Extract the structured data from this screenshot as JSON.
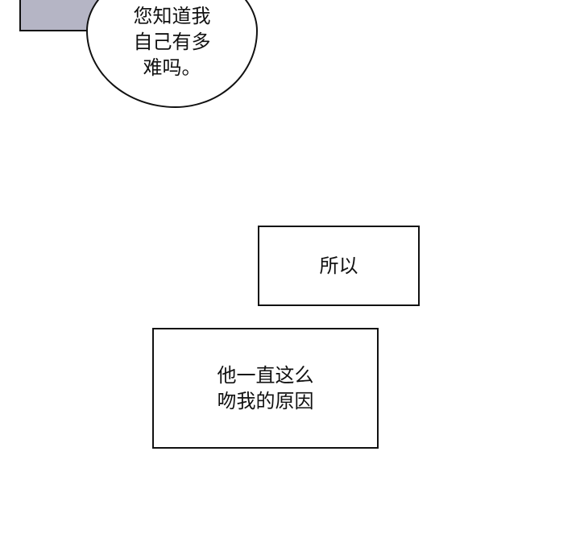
{
  "speech_bubble": {
    "lines": [
      "您知道我",
      "自己有多",
      "难吗。"
    ]
  },
  "caption_box_1": {
    "lines": [
      "所以"
    ]
  },
  "caption_box_2": {
    "lines": [
      "他一直这么",
      "吻我的原因"
    ]
  },
  "colors": {
    "gray_panel": "#b5b5c5"
  }
}
